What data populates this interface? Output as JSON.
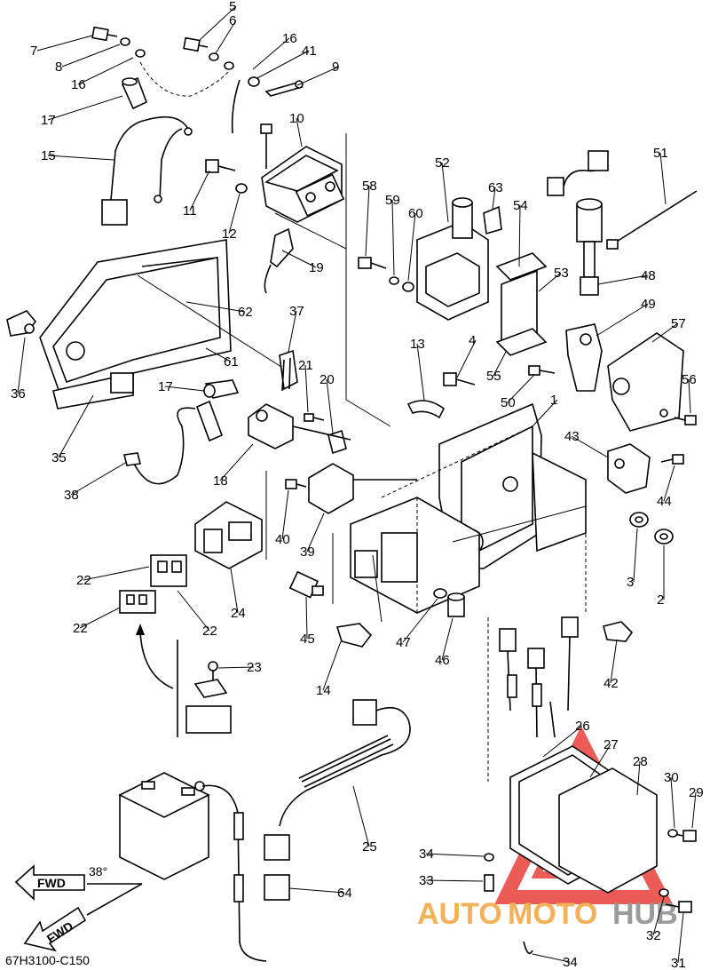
{
  "diagram_code": "67H3100-C150",
  "fwd_label": "FWD",
  "angle_label": "38°",
  "watermark": {
    "text_auto": "AUTO",
    "text_moto": "MOTO",
    "text_hub": "HUB",
    "color_primary": "#e8403a",
    "color_secondary": "#f4a43a"
  },
  "callouts": [
    "1",
    "2",
    "3",
    "4",
    "5",
    "6",
    "7",
    "8",
    "9",
    "10",
    "11",
    "12",
    "13",
    "14",
    "15",
    "16",
    "16",
    "17",
    "17",
    "18",
    "19",
    "20",
    "21",
    "22",
    "22",
    "22",
    "23",
    "24",
    "25",
    "26",
    "27",
    "28",
    "29",
    "30",
    "31",
    "32",
    "33",
    "34",
    "34",
    "35",
    "36",
    "37",
    "38",
    "39",
    "40",
    "41",
    "42",
    "43",
    "44",
    "45",
    "46",
    "47",
    "48",
    "49",
    "50",
    "51",
    "52",
    "53",
    "54",
    "55",
    "56",
    "57",
    "58",
    "59",
    "60",
    "61",
    "62",
    "63",
    "64"
  ]
}
